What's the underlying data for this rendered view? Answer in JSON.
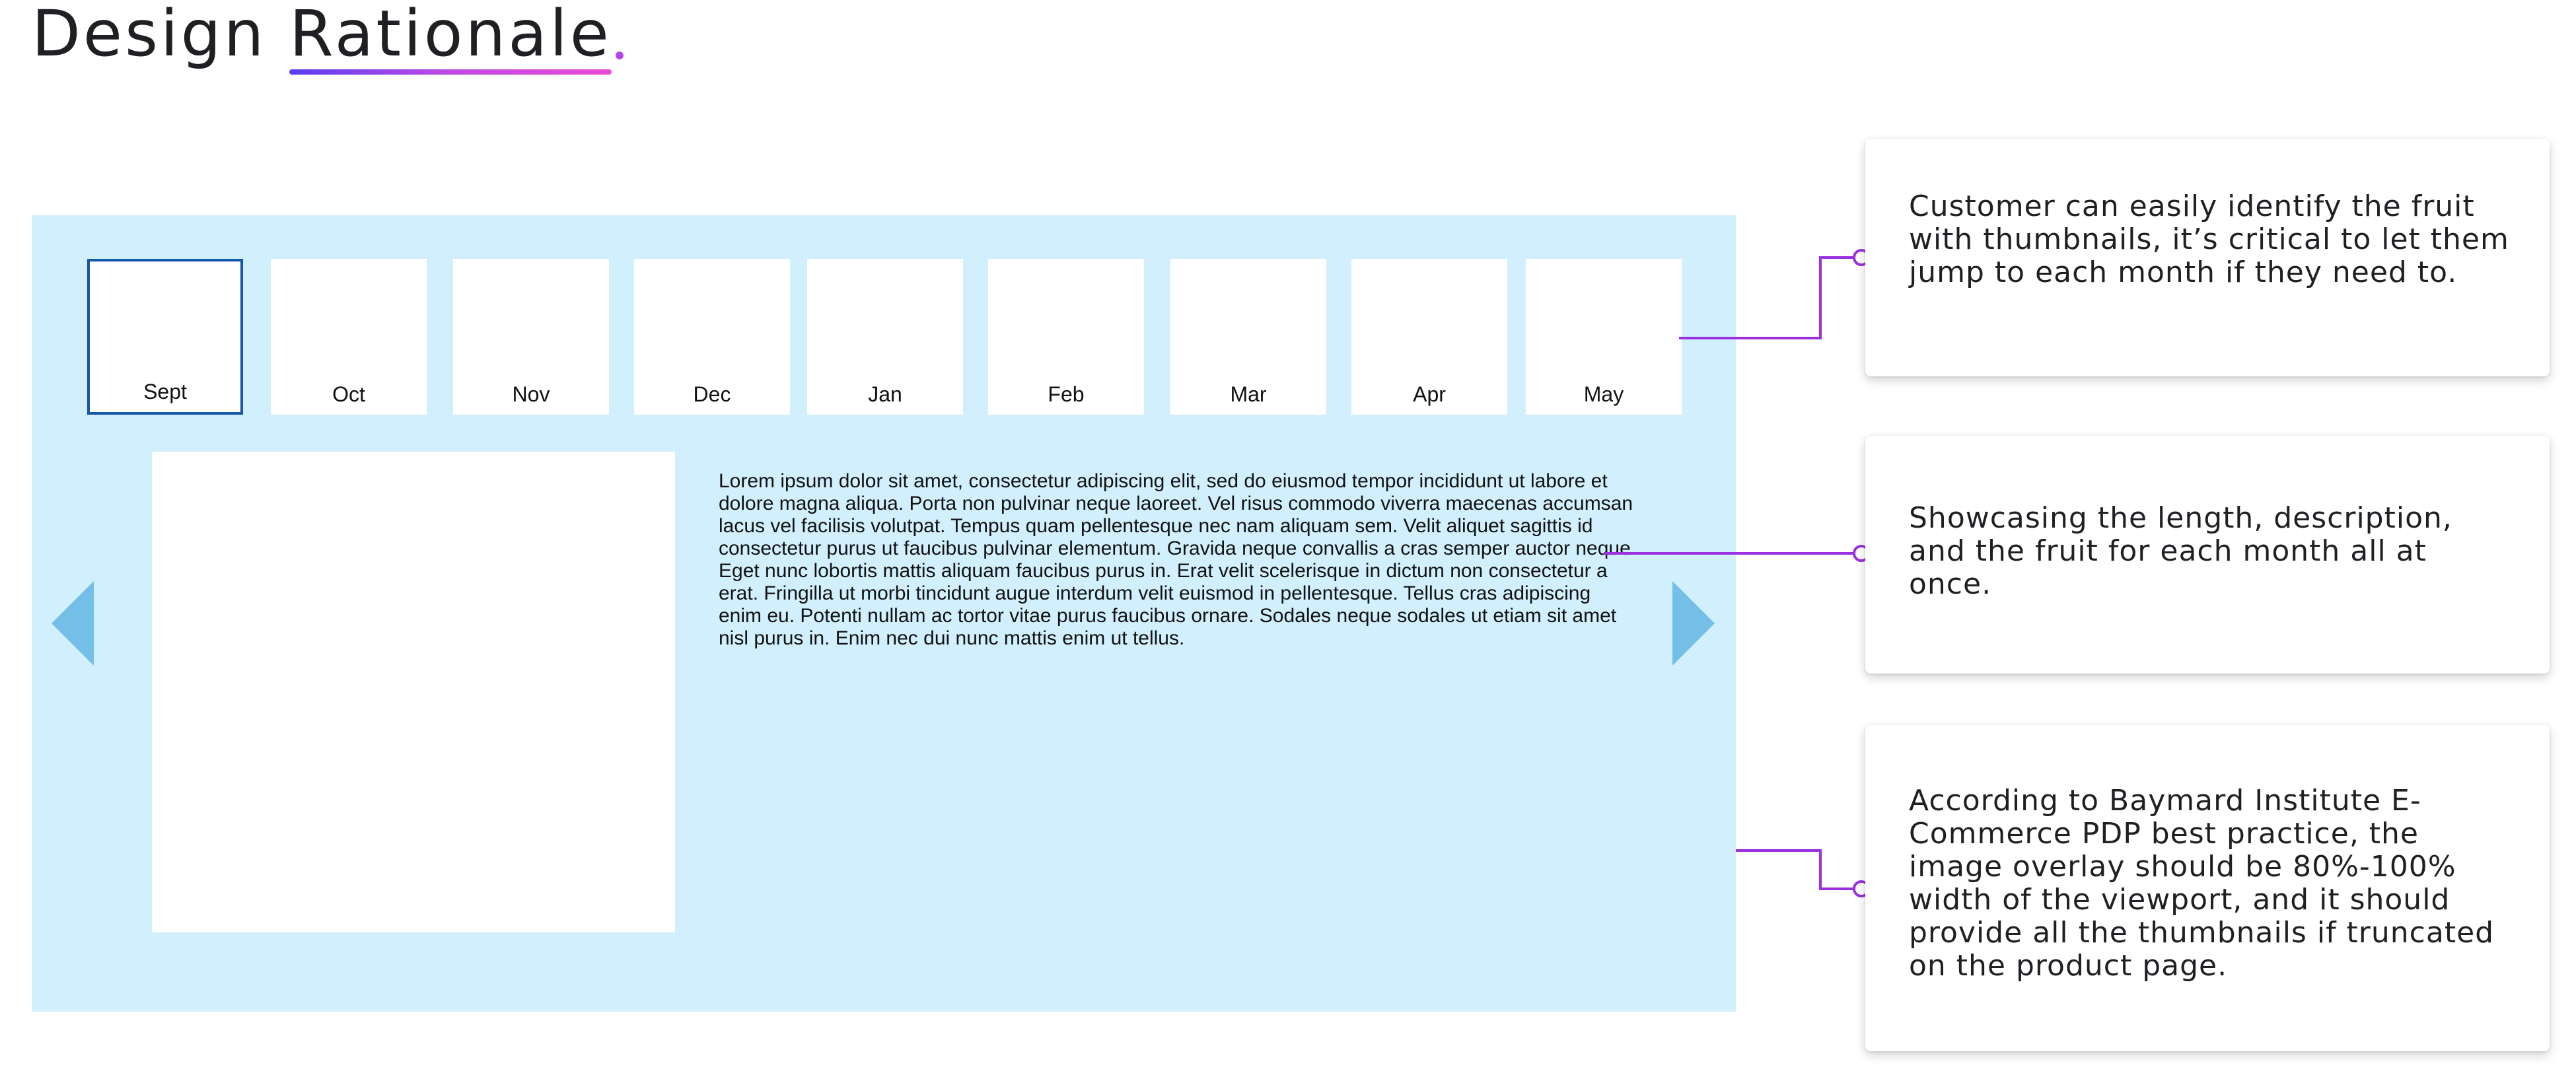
{
  "title": {
    "first": "Design",
    "second": "Rationale"
  },
  "thumbnails": [
    {
      "label": "Sept",
      "selected": true
    },
    {
      "label": "Oct"
    },
    {
      "label": "Nov"
    },
    {
      "label": "Dec"
    },
    {
      "label": "Jan"
    },
    {
      "label": "Feb"
    },
    {
      "label": "Mar"
    },
    {
      "label": "Apr"
    },
    {
      "label": "May"
    }
  ],
  "description": "Lorem ipsum dolor sit amet, consectetur adipiscing elit, sed do eiusmod tempor incididunt ut labore et dolore magna aliqua. Porta non pulvinar neque laoreet. Vel risus commodo viverra maecenas accumsan lacus vel facilisis volutpat. Tempus quam pellentesque nec nam aliquam sem. Velit aliquet sagittis id consectetur purus ut faucibus pulvinar elementum. Gravida neque convallis a cras semper auctor neque. Eget nunc lobortis mattis aliquam faucibus purus in. Erat velit scelerisque in dictum non consectetur a erat. Fringilla ut morbi tincidunt augue interdum velit euismod in pellentesque. Tellus cras adipiscing enim eu. Potenti nullam ac tortor vitae purus faucibus ornare. Sodales neque sodales ut etiam sit amet nisl purus in. Enim nec dui nunc mattis enim ut tellus.",
  "annotations": [
    {
      "text": "Customer can easily identify the fruit with thumbnails, it’s critical to let them jump to each month if they need to."
    },
    {
      "text": "Showcasing the length, description, and the fruit for each month all at once."
    },
    {
      "text": "According to Baymard Institute E-Commerce PDP best practice, the image overlay should be 80%-100% width of the viewport, and it should provide all the thumbnails if truncated on the product page."
    }
  ],
  "colors": {
    "panel": "#d1effc",
    "arrow": "#74bfe8",
    "selected_border": "#1557a8",
    "connector": "#9b30e0",
    "title_gradient": [
      "#5a3df0",
      "#e94bd6"
    ]
  },
  "icons": {
    "prev": "triangle-left-icon",
    "next": "triangle-right-icon"
  }
}
